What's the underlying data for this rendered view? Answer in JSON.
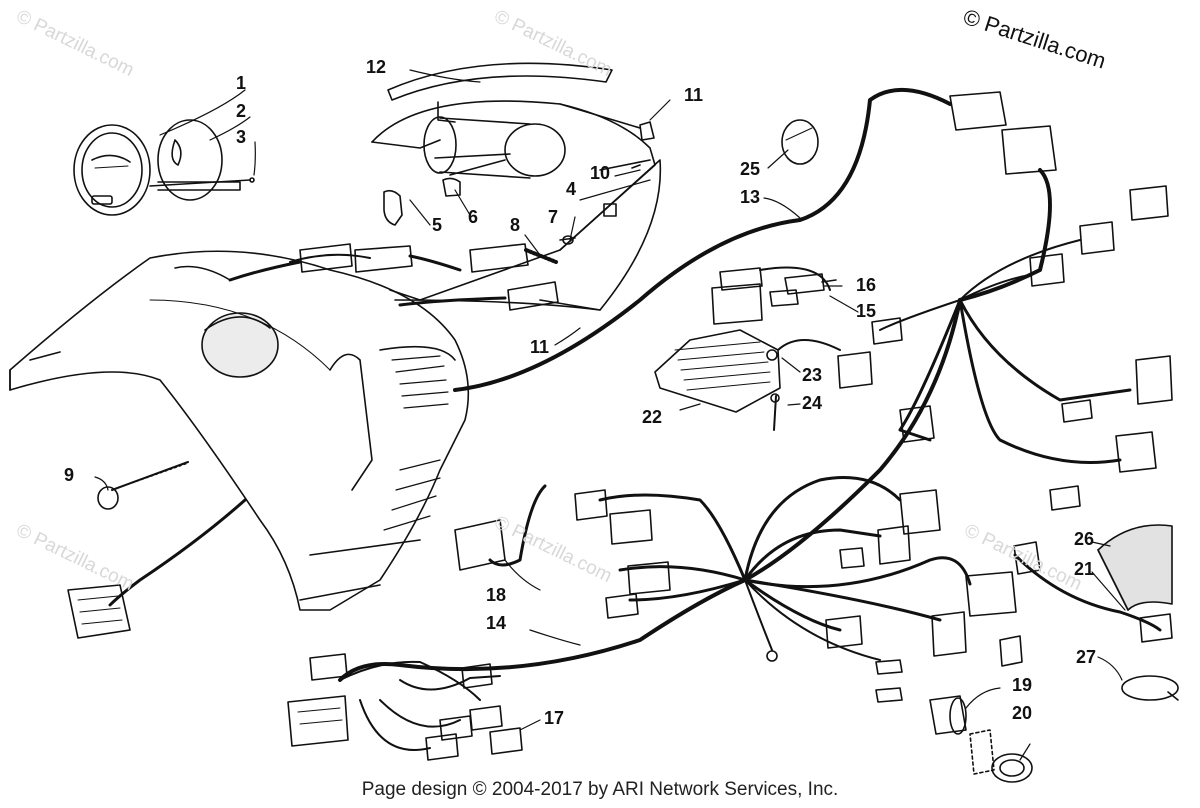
{
  "copyright": "© Partzilla.com",
  "watermark": "© Partzilla.com",
  "footer": "Page design © 2004-2017 by ARI Network Services, Inc.",
  "callouts": [
    "1",
    "2",
    "3",
    "4",
    "5",
    "6",
    "7",
    "8",
    "9",
    "10",
    "11",
    "11",
    "12",
    "13",
    "14",
    "15",
    "16",
    "17",
    "18",
    "19",
    "20",
    "21",
    "22",
    "23",
    "24",
    "25",
    "26",
    "27"
  ]
}
